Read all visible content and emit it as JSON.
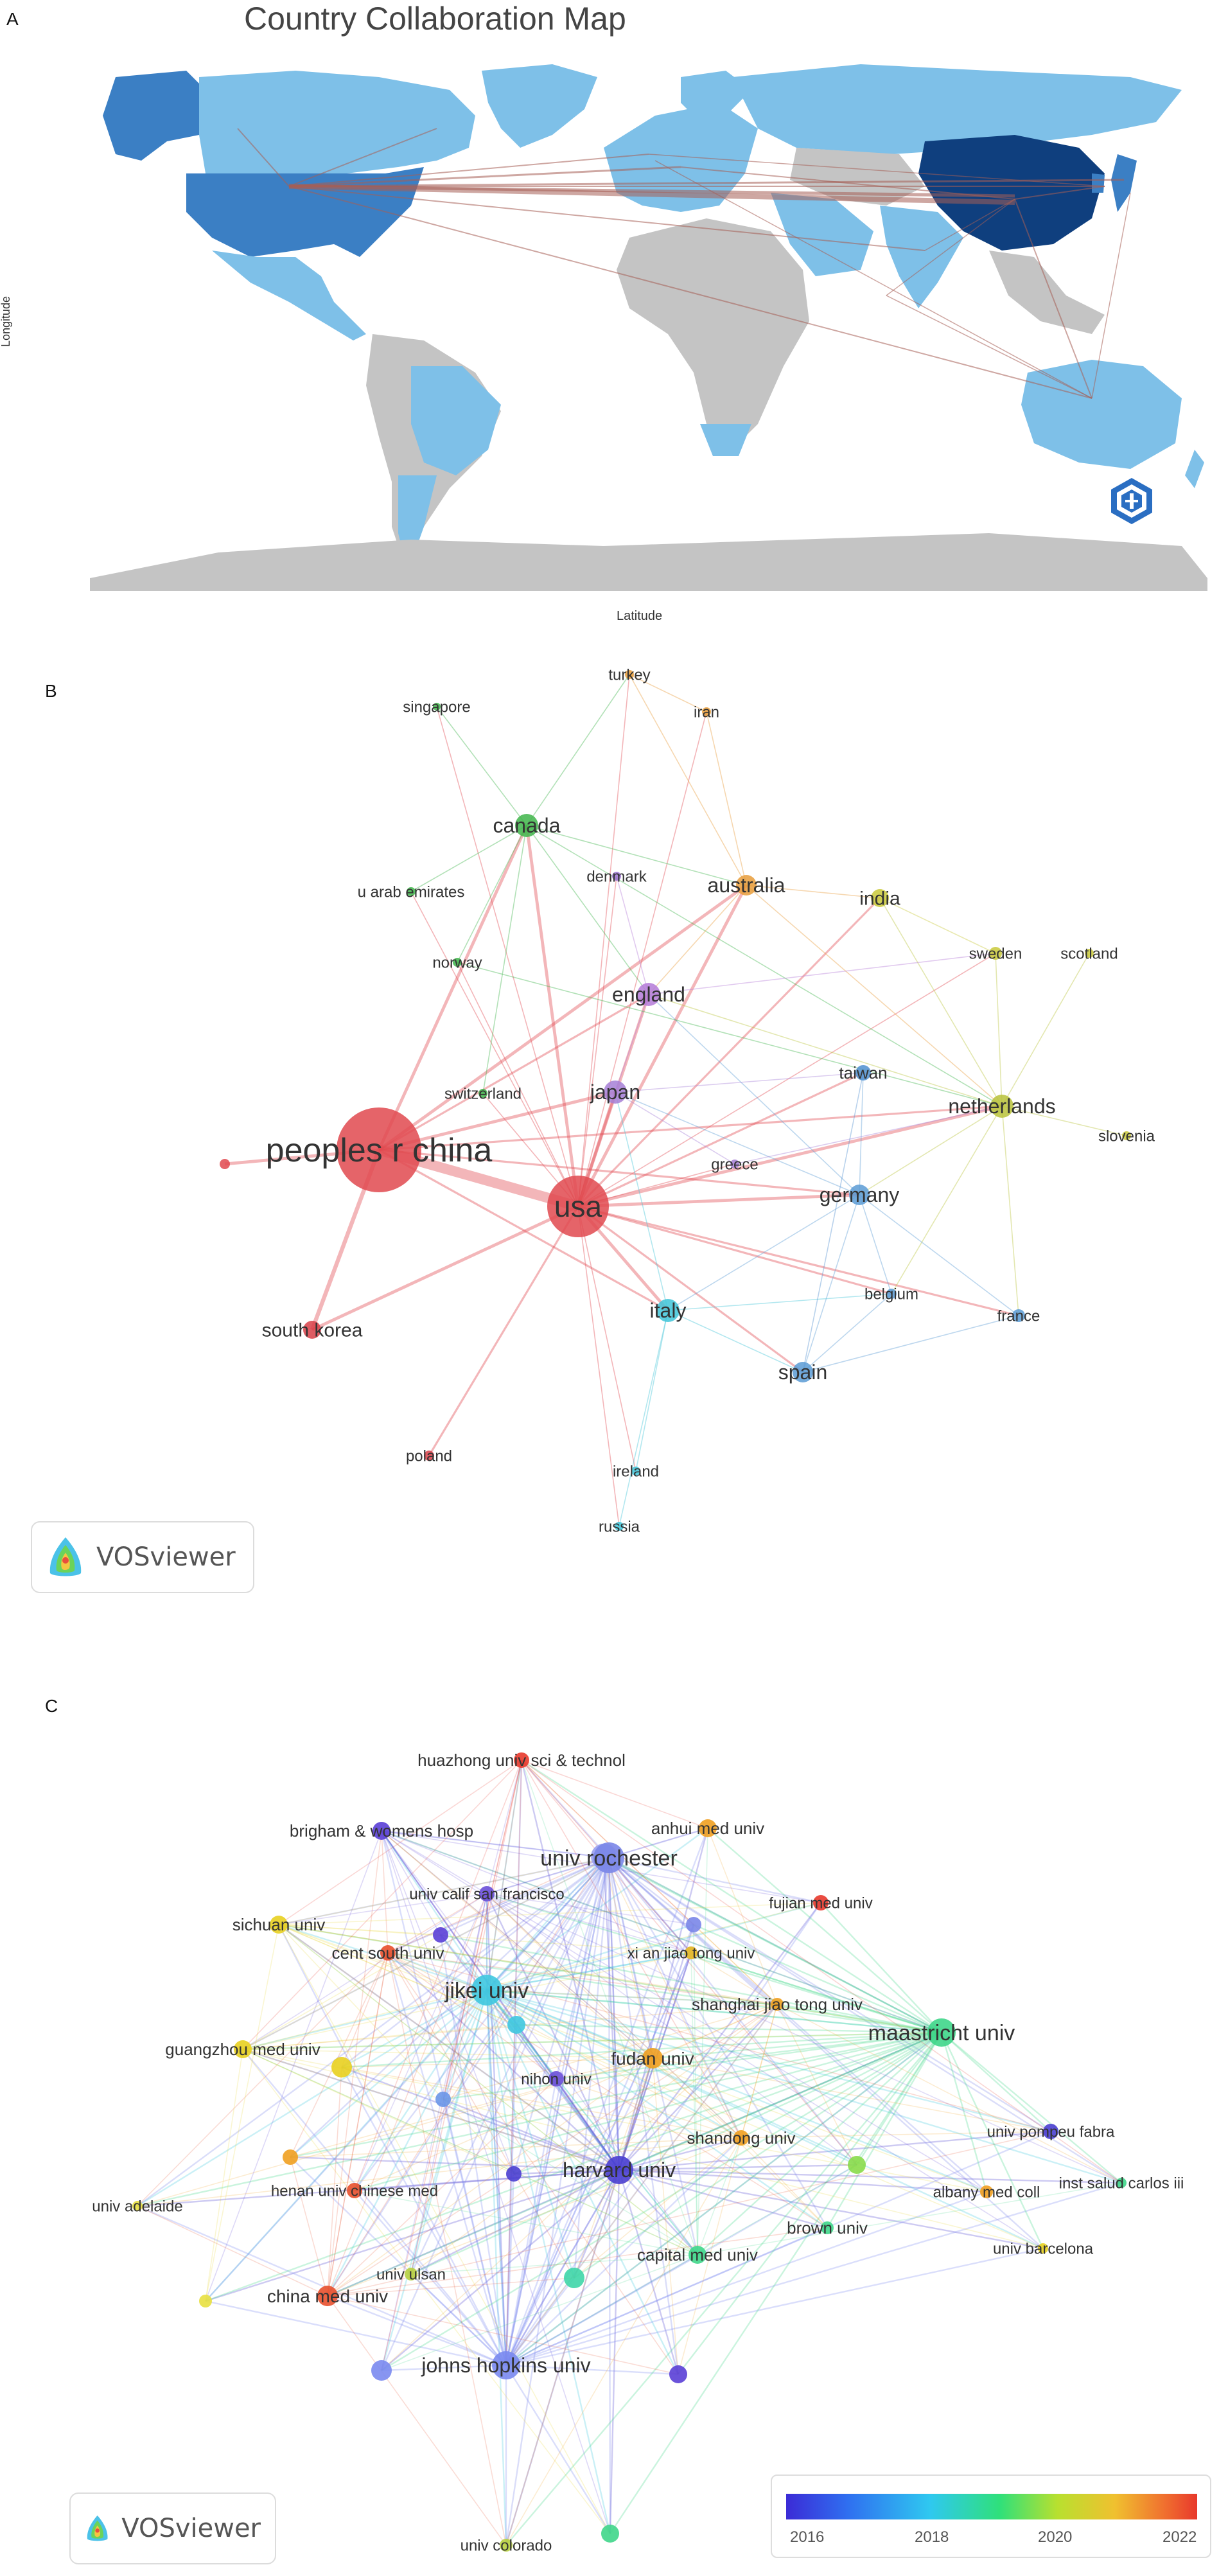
{
  "panels": {
    "a": {
      "letter": "A",
      "title": "Country Collaboration Map",
      "ylabel": "Longitude",
      "xlabel": "Latitude",
      "colors": {
        "low": "#7ec0e8",
        "mid": "#3b7fc4",
        "high": "#0f3f7e",
        "none": "#c4c4c4",
        "link": "#a55e55"
      }
    },
    "b": {
      "letter": "B",
      "brand": "VOSviewer"
    },
    "c": {
      "letter": "C",
      "brand": "VOSviewer",
      "colorbar": {
        "ticks": [
          "2016",
          "2018",
          "2020",
          "2022"
        ]
      }
    }
  },
  "network_b": {
    "nodes": [
      {
        "id": "china",
        "label": "peoples r china",
        "color": "#e0494f",
        "size": "xl"
      },
      {
        "id": "usa",
        "label": "usa",
        "color": "#e0494f",
        "size": "l"
      },
      {
        "id": "south_korea",
        "label": "south korea",
        "color": "#d84048",
        "size": "s"
      },
      {
        "id": "poland",
        "label": "poland",
        "color": "#d84048",
        "size": "xs"
      },
      {
        "id": "canada",
        "label": "canada",
        "color": "#3fb54a",
        "size": "s"
      },
      {
        "id": "singapore",
        "label": "singapore",
        "color": "#3fb54a",
        "size": "xs"
      },
      {
        "id": "uae",
        "label": "u arab emirates",
        "color": "#3fb54a",
        "size": "xs"
      },
      {
        "id": "norway",
        "label": "norway",
        "color": "#3fb54a",
        "size": "xs"
      },
      {
        "id": "switzerland",
        "label": "switzerland",
        "color": "#3fb54a",
        "size": "xs"
      },
      {
        "id": "turkey",
        "label": "turkey",
        "color": "#e89c3a",
        "size": "xs"
      },
      {
        "id": "iran",
        "label": "iran",
        "color": "#e89c3a",
        "size": "xs"
      },
      {
        "id": "australia",
        "label": "australia",
        "color": "#e89c3a",
        "size": "s"
      },
      {
        "id": "denmark",
        "label": "denmark",
        "color": "#9b72d0",
        "size": "xs"
      },
      {
        "id": "england",
        "label": "england",
        "color": "#b47ad8",
        "size": "s"
      },
      {
        "id": "japan",
        "label": "japan",
        "color": "#a67fd6",
        "size": "s"
      },
      {
        "id": "greece",
        "label": "greece",
        "color": "#a67fd6",
        "size": "xs"
      },
      {
        "id": "india",
        "label": "india",
        "color": "#c9c93a",
        "size": "s"
      },
      {
        "id": "sweden",
        "label": "sweden",
        "color": "#c9c93a",
        "size": "xs"
      },
      {
        "id": "scotland",
        "label": "scotland",
        "color": "#c9c93a",
        "size": "xs"
      },
      {
        "id": "netherlands",
        "label": "netherlands",
        "color": "#b8c23a",
        "size": "s"
      },
      {
        "id": "slovenia",
        "label": "slovenia",
        "color": "#c9c93a",
        "size": "xs"
      },
      {
        "id": "taiwan",
        "label": "taiwan",
        "color": "#4f8fd0",
        "size": "xs"
      },
      {
        "id": "germany",
        "label": "germany",
        "color": "#5b9bd5",
        "size": "s"
      },
      {
        "id": "belgium",
        "label": "belgium",
        "color": "#5b9bd5",
        "size": "xs"
      },
      {
        "id": "france",
        "label": "france",
        "color": "#5b9bd5",
        "size": "xs"
      },
      {
        "id": "spain",
        "label": "spain",
        "color": "#5b9bd5",
        "size": "s"
      },
      {
        "id": "italy",
        "label": "italy",
        "color": "#3fc4d8",
        "size": "s"
      },
      {
        "id": "ireland",
        "label": "ireland",
        "color": "#3fc4d8",
        "size": "xs"
      },
      {
        "id": "russia",
        "label": "russia",
        "color": "#3fc4d8",
        "size": "xs"
      },
      {
        "id": "unlabeled_b",
        "label": "",
        "color": "#e0494f",
        "size": "xs"
      }
    ]
  },
  "network_c": {
    "nodes": [
      {
        "id": "huazhong",
        "label": "huazhong univ sci & technol",
        "color": "#e8392c"
      },
      {
        "id": "brigham",
        "label": "brigham & womens hosp",
        "color": "#5a3fd6"
      },
      {
        "id": "rochester",
        "label": "univ rochester",
        "color": "#7a86e8"
      },
      {
        "id": "anhui",
        "label": "anhui med univ",
        "color": "#f0a020"
      },
      {
        "id": "ucsf",
        "label": "univ calif san francisco",
        "color": "#6a4fd8"
      },
      {
        "id": "fujian",
        "label": "fujian med univ",
        "color": "#e8392c"
      },
      {
        "id": "sichuan",
        "label": "sichuan univ",
        "color": "#e8d020"
      },
      {
        "id": "centsouth",
        "label": "cent south univ",
        "color": "#e8502c"
      },
      {
        "id": "xian",
        "label": "xi an jiao tong univ",
        "color": "#f0c020"
      },
      {
        "id": "jikei",
        "label": "jikei univ",
        "color": "#3fc8e0"
      },
      {
        "id": "shanghai",
        "label": "shanghai jiao tong univ",
        "color": "#f0a020"
      },
      {
        "id": "maastricht",
        "label": "maastricht univ",
        "color": "#3fd68a"
      },
      {
        "id": "guangzhou",
        "label": "guangzhou med univ",
        "color": "#e8d020"
      },
      {
        "id": "nihon",
        "label": "nihon univ",
        "color": "#6a4fd8"
      },
      {
        "id": "fudan",
        "label": "fudan univ",
        "color": "#f0a020"
      },
      {
        "id": "shandong",
        "label": "shandong univ",
        "color": "#f0a020"
      },
      {
        "id": "pompeu",
        "label": "univ pompeu fabra",
        "color": "#4a3fd0"
      },
      {
        "id": "harvard",
        "label": "harvard univ",
        "color": "#4a3fd0"
      },
      {
        "id": "henan",
        "label": "henan univ chinese med",
        "color": "#e8502c"
      },
      {
        "id": "adelaide",
        "label": "univ adelaide",
        "color": "#e8e040"
      },
      {
        "id": "albany",
        "label": "albany med coll",
        "color": "#f0a020"
      },
      {
        "id": "carlos",
        "label": "inst salud carlos iii",
        "color": "#3fd68a"
      },
      {
        "id": "brown",
        "label": "brown univ",
        "color": "#3fd68a"
      },
      {
        "id": "capital",
        "label": "capital med univ",
        "color": "#3fd68a"
      },
      {
        "id": "ulsan",
        "label": "univ ulsan",
        "color": "#b8d040"
      },
      {
        "id": "chinamed",
        "label": "china med univ",
        "color": "#e8502c"
      },
      {
        "id": "barcelona",
        "label": "univ barcelona",
        "color": "#e8d020"
      },
      {
        "id": "johns",
        "label": "johns hopkins univ",
        "color": "#7a8af0"
      },
      {
        "id": "colorado",
        "label": "univ colorado",
        "color": "#b8d040"
      }
    ]
  }
}
